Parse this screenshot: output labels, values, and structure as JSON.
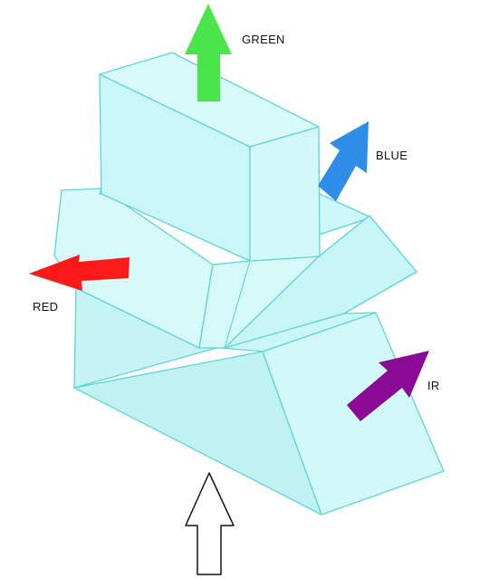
{
  "outputs": [
    {
      "key": "green",
      "label": "GREEN",
      "color": "#4be44b",
      "icon": "arrow-up-icon"
    },
    {
      "key": "blue",
      "label": "BLUE",
      "color": "#2e8de8",
      "icon": "arrow-up-right-icon"
    },
    {
      "key": "red",
      "label": "RED",
      "color": "#ff1a1a",
      "icon": "arrow-left-icon"
    },
    {
      "key": "ir",
      "label": "IR",
      "color": "#8a0a96",
      "icon": "arrow-up-right-icon"
    }
  ],
  "input": {
    "color": "#ffffff",
    "outline": "#111111",
    "icon": "arrow-up-outline-icon"
  },
  "prism_color": "#cff7f8"
}
